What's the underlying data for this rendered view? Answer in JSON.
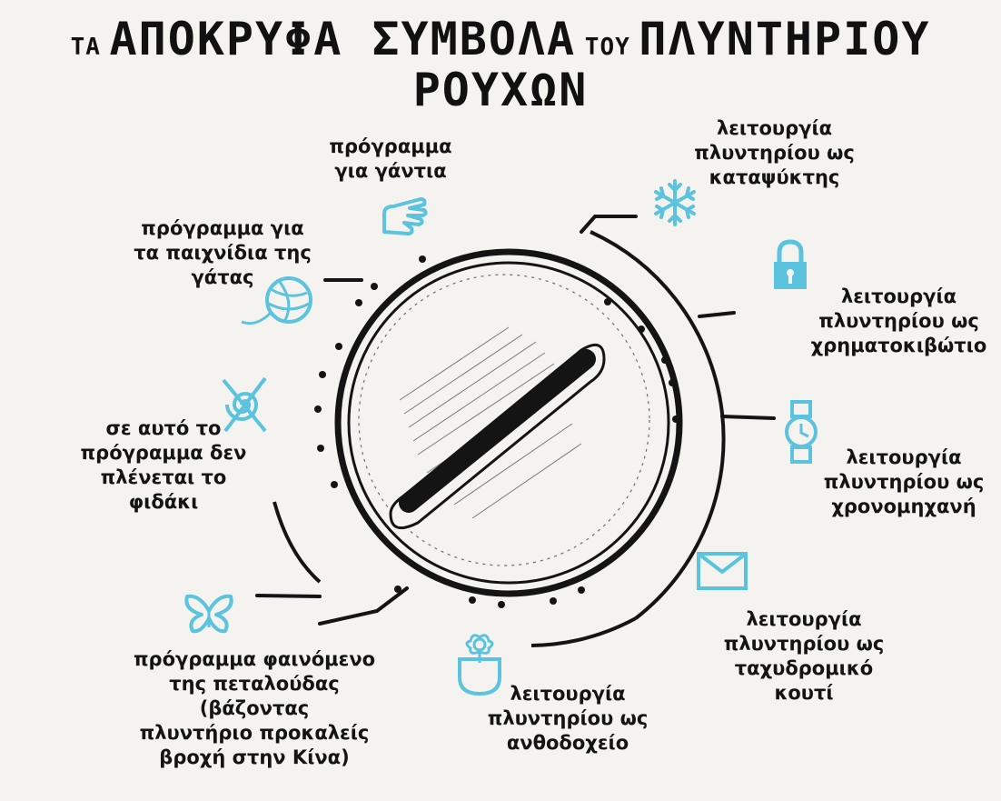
{
  "title": {
    "word1": "ΤΑ",
    "word2": "ΑΠΟΚΡΥΦΑ ΣΥΜΒΟΛΑ",
    "word3": "ΤΟΥ",
    "word4": "ΠΛΥΝΤΗΡΙΟΥ",
    "line2": "ΡΟΥΧΩΝ"
  },
  "labels": {
    "gloves": "πρόγραμμα\nγια γάντια",
    "cat_toys": "πρόγραμμα για\nτα παιχνίδια της\nγάτας",
    "no_snake": "σε αυτό το\nπρόγραμμα δεν\nπλένεται το\nφιδάκι",
    "butterfly": "πρόγραμμα φαινόμενο\nτης πεταλούδας (βάζοντας\nπλυντήριο προκαλείς\nβροχή στην Κίνα)",
    "vase": "λειτουργία\nπλυντηρίου ως\nανθοδοχείο",
    "mailbox": "λειτουργία\nπλυντηρίου ως\nταχυδρομικό\nκουτί",
    "time_machine": "λειτουργία\nπλυντηρίου ως\nχρονομηχανή",
    "safe": "λειτουργία\nπλυντηρίου ως\nχρηματοκιβώτιο",
    "freezer": "λειτουργία\nπλυντηρίου ως\nκαταψύκτης"
  },
  "icons": [
    "glove-icon",
    "yarn-ball-icon",
    "no-snake-icon",
    "butterfly-icon",
    "flower-pot-icon",
    "envelope-icon",
    "wristwatch-icon",
    "padlock-icon",
    "snowflake-icon"
  ],
  "colors": {
    "accent": "#5bc3dd",
    "ink": "#141414",
    "paper": "#f4f3ef"
  }
}
